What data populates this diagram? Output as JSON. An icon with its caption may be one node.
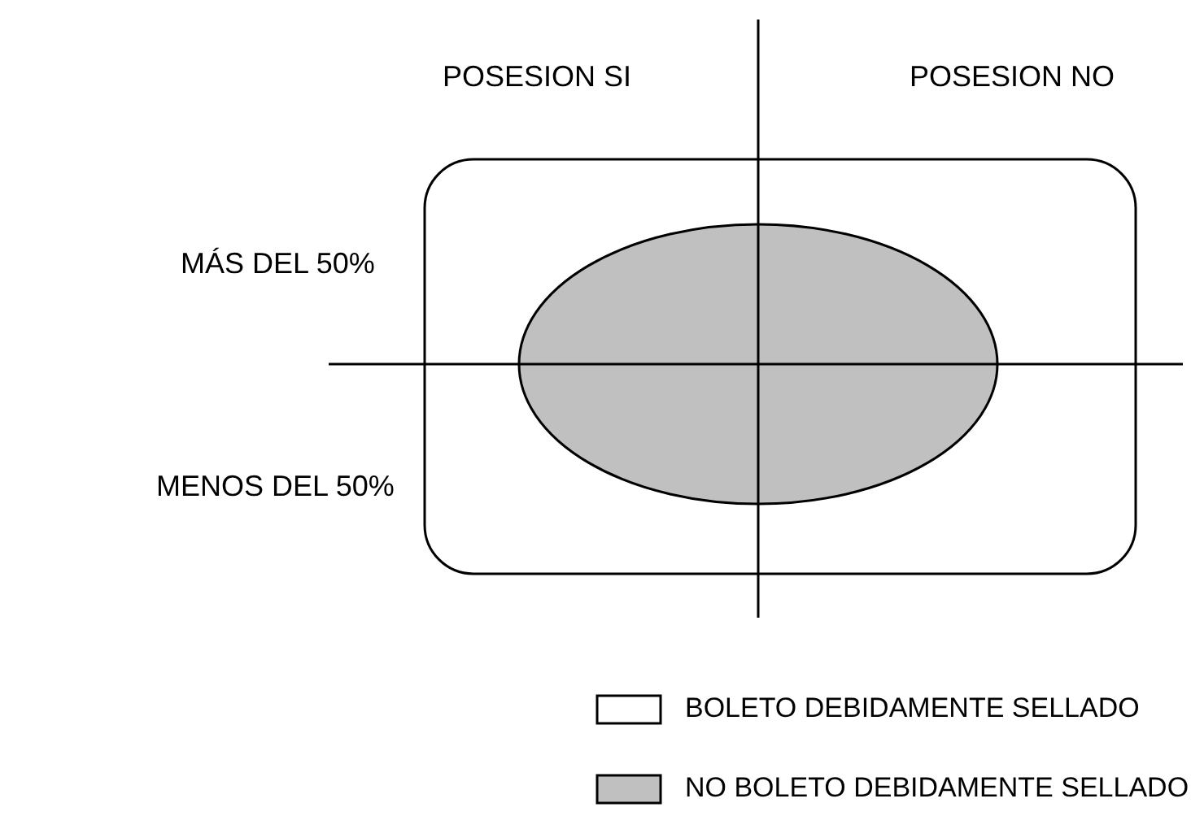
{
  "diagram": {
    "labels": [
      "POSESION SI",
      "POSESION NO",
      "MÁS DEL 50%",
      "MENOS DEL 50%"
    ],
    "legend": [
      {
        "text": "BOLETO DEBIDAMENTE SELLADO",
        "color": "#ffffff"
      },
      {
        "text": "NO BOLETO DEBIDAMENTE SELLADO",
        "color": "#c0c0c0"
      }
    ]
  }
}
